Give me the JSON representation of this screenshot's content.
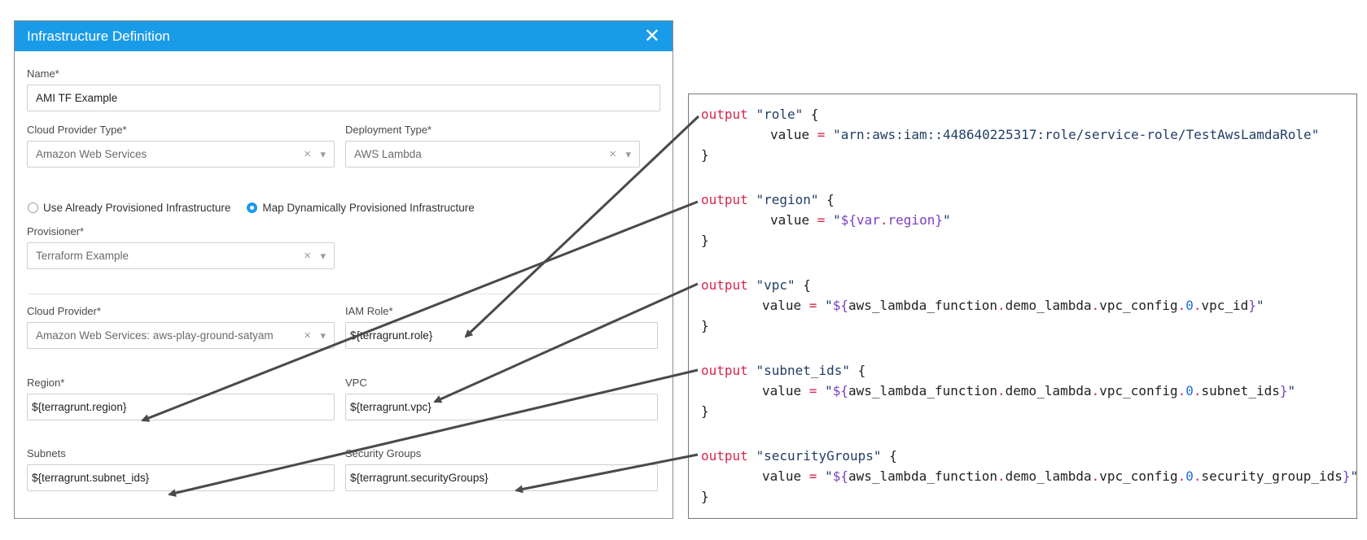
{
  "dialog": {
    "title": "Infrastructure Definition",
    "close_glyph": "✕",
    "name": {
      "label": "Name*",
      "value": "AMI TF Example"
    },
    "cloud_provider_type": {
      "label": "Cloud Provider Type*",
      "value": "Amazon Web Services"
    },
    "deployment_type": {
      "label": "Deployment Type*",
      "value": "AWS Lambda"
    },
    "radio_options": [
      {
        "label": "Use Already Provisioned Infrastructure",
        "selected": false
      },
      {
        "label": "Map Dynamically Provisioned Infrastructure",
        "selected": true
      }
    ],
    "provisioner": {
      "label": "Provisioner*",
      "value": "Terraform Example"
    },
    "cloud_provider": {
      "label": "Cloud Provider*",
      "value": "Amazon Web Services: aws-play-ground-satyam"
    },
    "iam_role": {
      "label": "IAM Role*",
      "value": "${terragrunt.role}"
    },
    "region": {
      "label": "Region*",
      "value": "${terragrunt.region}"
    },
    "vpc": {
      "label": "VPC",
      "value": "${terragrunt.vpc}"
    },
    "subnets": {
      "label": "Subnets",
      "value": "${terragrunt.subnet_ids}"
    },
    "security_groups": {
      "label": "Security Groups",
      "value": "${terragrunt.securityGroups}"
    }
  },
  "code": {
    "keyword": "output",
    "outputs": [
      {
        "name": "\"role\"",
        "value_line": "value = \"arn:aws:iam::448640225317:role/service-role/TestAwsLamdaRole\""
      },
      {
        "name": "\"region\"",
        "value_line": "value = \"${var.region}\""
      },
      {
        "name": "\"vpc\"",
        "value_line": "value = \"${aws_lambda_function.demo_lambda.vpc_config.0.vpc_id}\""
      },
      {
        "name": "\"subnet_ids\"",
        "value_line": "value = \"${aws_lambda_function.demo_lambda.vpc_config.0.subnet_ids}\""
      },
      {
        "name": "\"securityGroups\"",
        "value_line": "value = \"${aws_lambda_function.demo_lambda.vpc_config.0.security_group_ids}\""
      }
    ],
    "open_brace": "{",
    "close_brace": "}"
  },
  "colors": {
    "header": "#1a9be8",
    "keyword": "#d6264b",
    "string": "#213e66",
    "arrow": "#4a4a4a"
  }
}
